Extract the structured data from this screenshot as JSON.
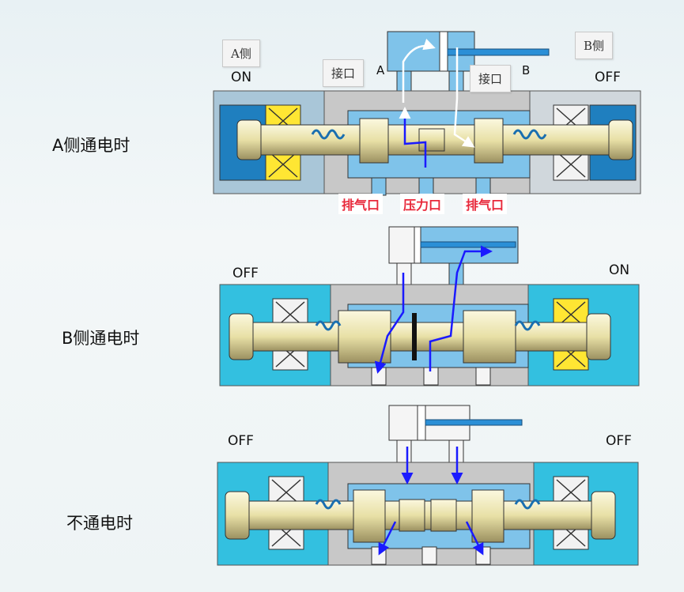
{
  "rows": [
    {
      "label": "A侧通电时",
      "left_state": "ON",
      "right_state": "OFF"
    },
    {
      "label": "B侧通电时",
      "left_state": "OFF",
      "right_state": "ON"
    },
    {
      "label": "不通电时",
      "left_state": "OFF",
      "right_state": "OFF"
    }
  ],
  "tags": {
    "a_side": "A侧",
    "b_side": "B侧",
    "port_1": "接口",
    "port_2": "接口"
  },
  "letters": {
    "a": "A",
    "b": "B"
  },
  "ports": {
    "exhaust_left": "排气口",
    "pressure": "压力口",
    "exhaust_right": "排气口"
  },
  "colors": {
    "body_gray": "#c8c8c8",
    "body_blue_active": "#1f7fbf",
    "body_cyan": "#33c0e0",
    "coil_active": "#ffe633",
    "flow_arrow": "#1a1aff",
    "port_text": "#e8283a",
    "spool": "#ece6b8"
  }
}
